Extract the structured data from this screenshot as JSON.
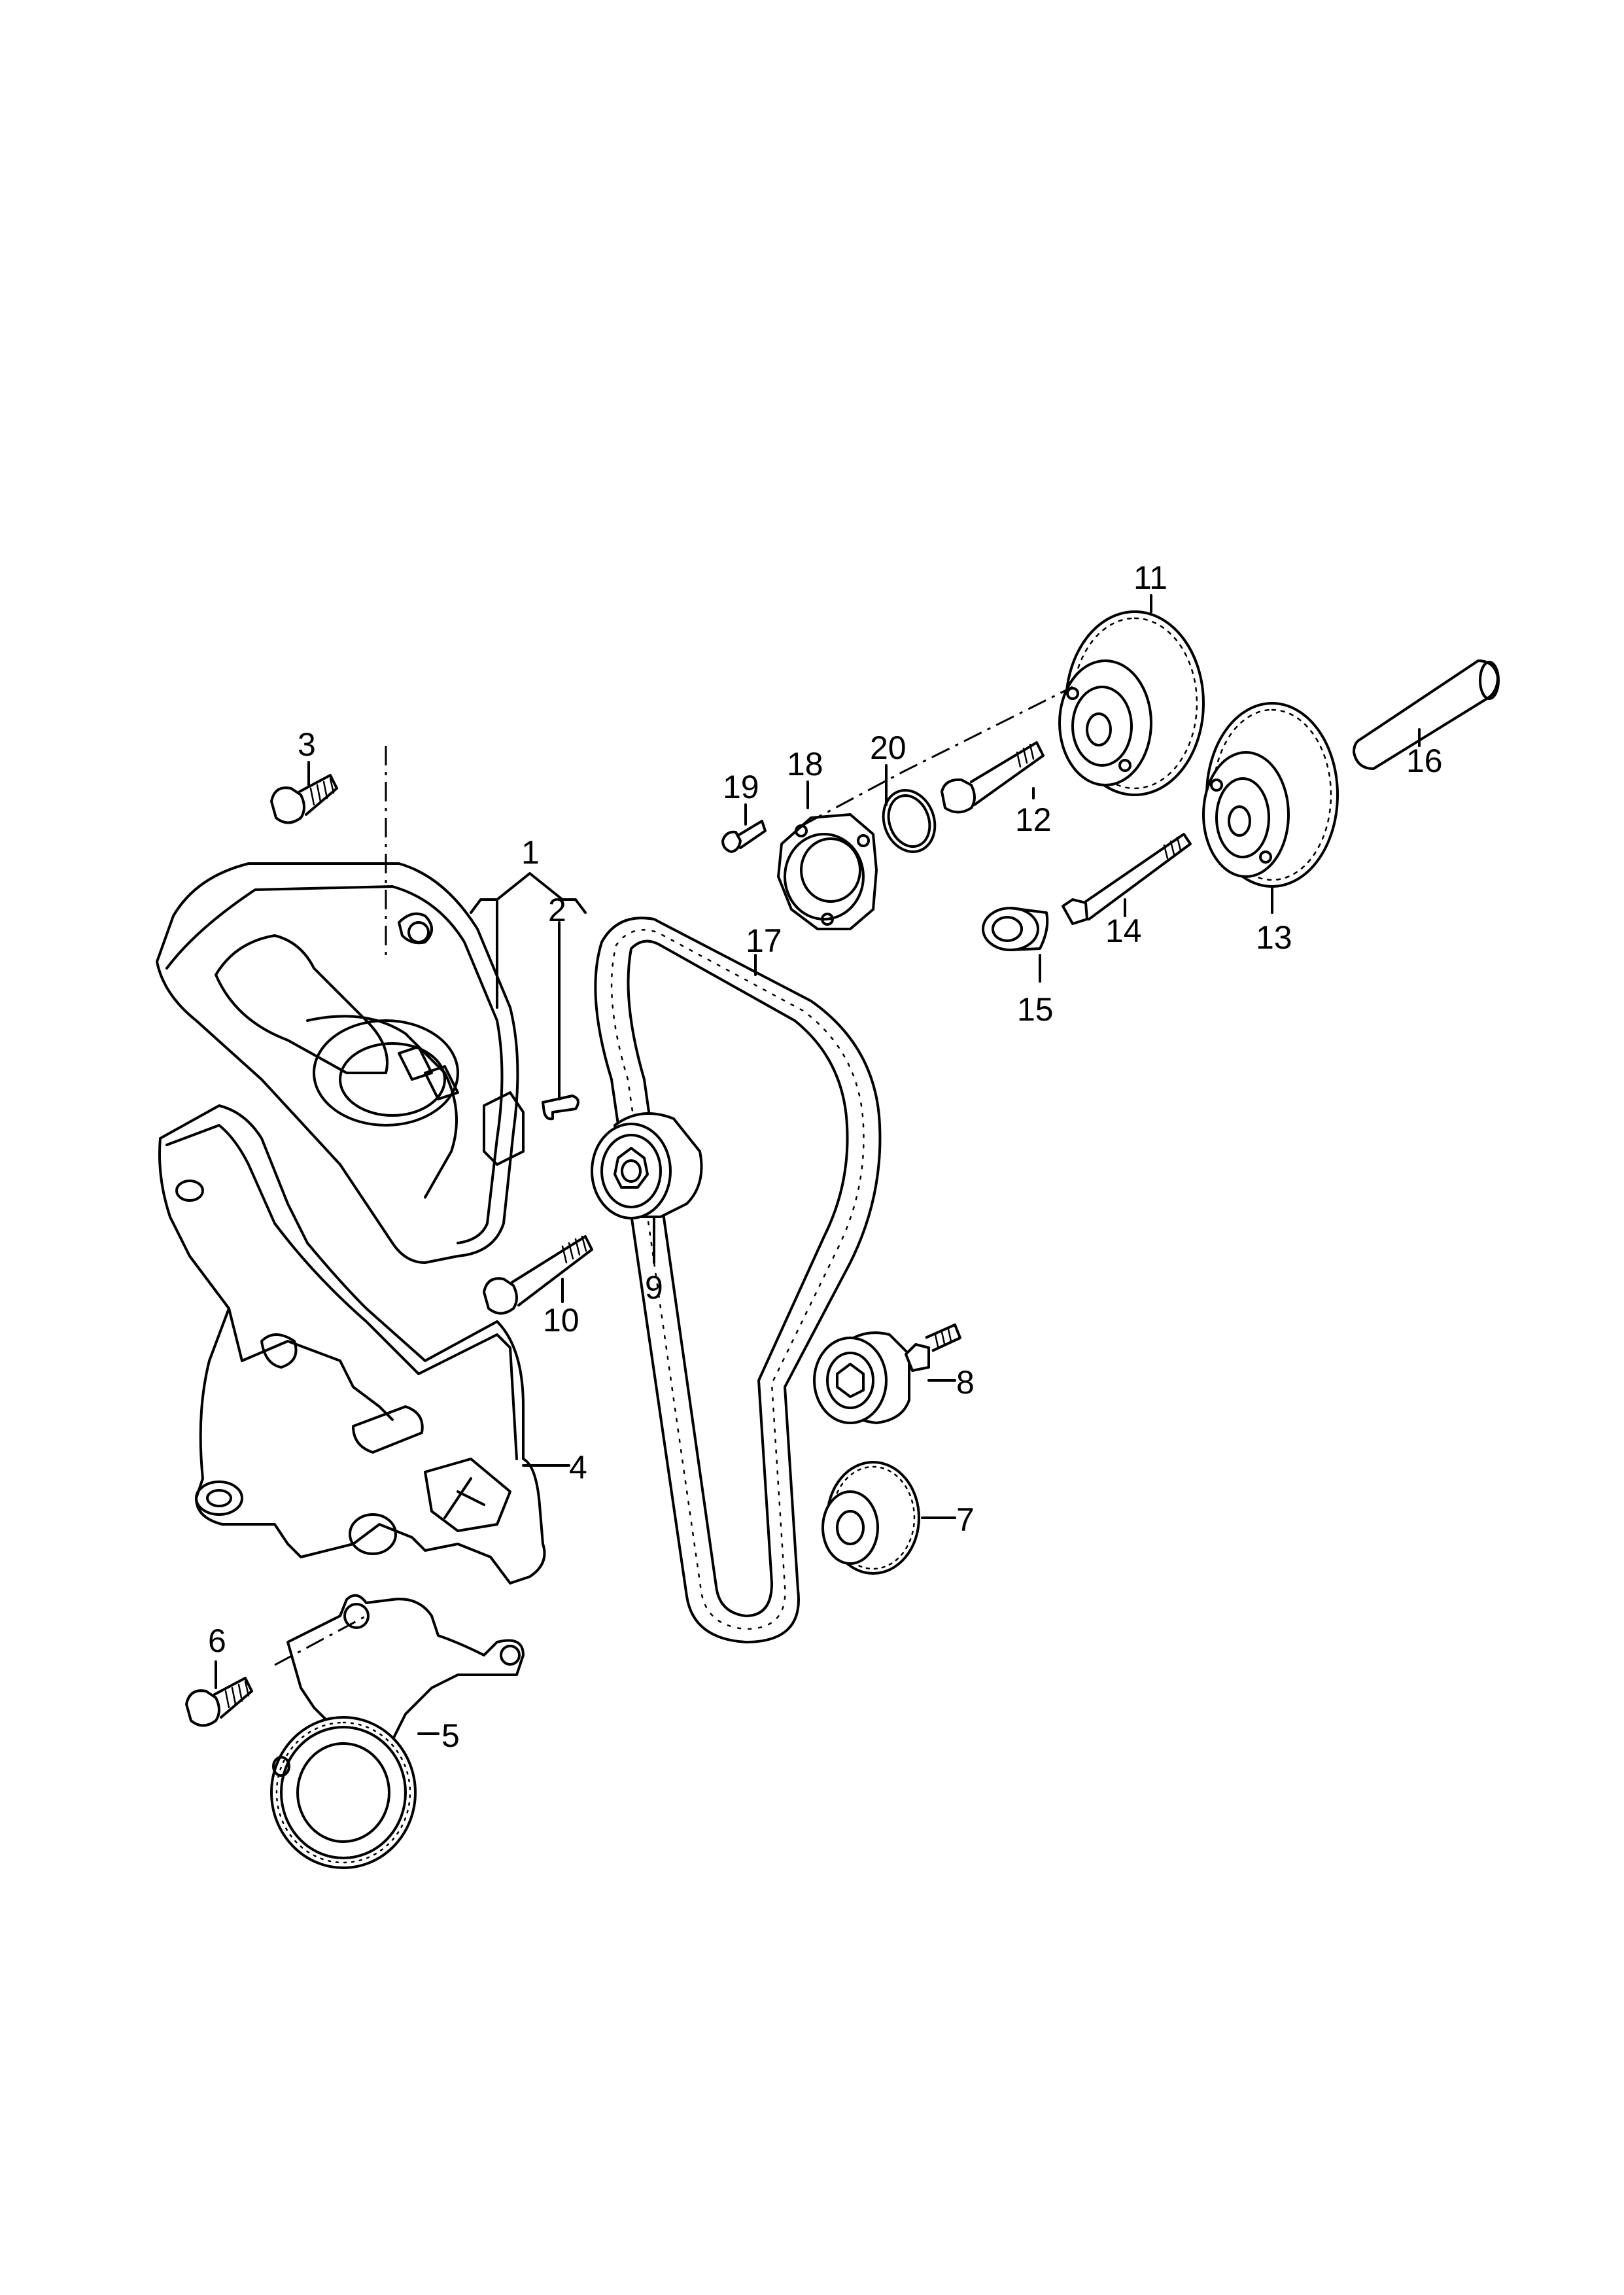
{
  "labels": {
    "p1": "1",
    "p2": "2",
    "p3": "3",
    "p4": "4",
    "p5": "5",
    "p6": "6",
    "p7": "7",
    "p8": "8",
    "p9": "9",
    "p10": "10",
    "p11": "11",
    "p12": "12",
    "p13": "13",
    "p14": "14",
    "p15": "15",
    "p16": "16",
    "p17": "17",
    "p18": "18",
    "p19": "19",
    "p20": "20"
  },
  "colors": {
    "line": "#000000",
    "background": "#ffffff"
  }
}
